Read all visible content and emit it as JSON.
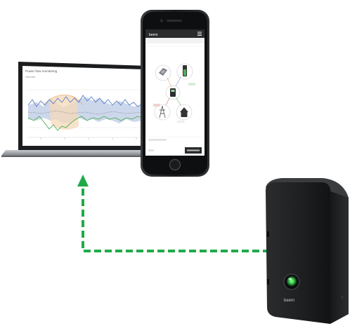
{
  "laptop": {
    "title": "Power flow monitoring",
    "subtitle": "Overview"
  },
  "phone": {
    "brand": "beem"
  },
  "device": {
    "brand": "beem"
  },
  "colors": {
    "arrow": "#1faa48",
    "device_body": "#1d1f20",
    "led": "#39d353",
    "chart_blue": "#5a7fc7",
    "chart_orange": "#e39b55",
    "chart_green": "#4caf50"
  },
  "icons": [
    "solar-panel-icon",
    "battery-icon",
    "meter-icon",
    "grid-icon",
    "house-icon",
    "menu-icon",
    "home-button-icon"
  ]
}
